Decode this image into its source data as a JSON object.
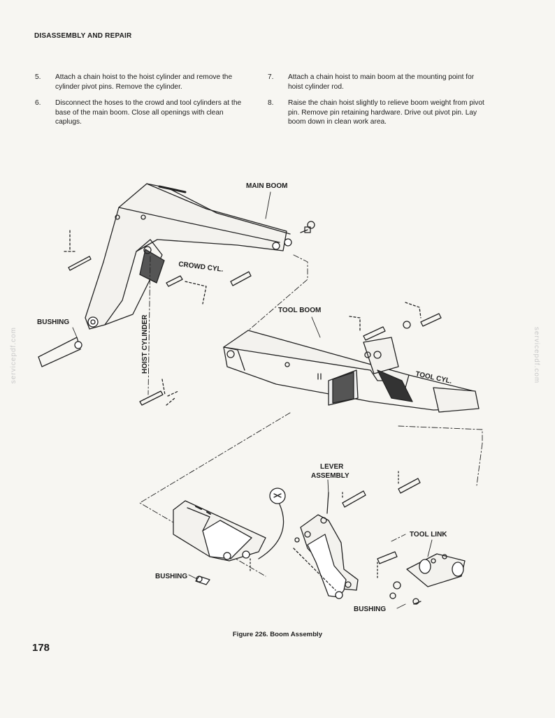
{
  "header": "DISASSEMBLY AND REPAIR",
  "steps_left": [
    {
      "num": "5.",
      "text": "Attach a chain hoist to the hoist cylinder and remove the cylinder pivot pins. Remove the cylinder."
    },
    {
      "num": "6.",
      "text": "Disconnect the hoses to the crowd and tool cylinders at the base of the main boom. Close all openings with clean caplugs."
    }
  ],
  "steps_right": [
    {
      "num": "7.",
      "text": "Attach a chain hoist to main boom at the mounting point for hoist cylinder rod."
    },
    {
      "num": "8.",
      "text": "Raise the chain hoist slightly to relieve boom weight from pivot pin. Remove pin retaining hardware. Drive out pivot pin. Lay boom down in clean work area."
    }
  ],
  "labels": {
    "main_boom": "MAIN BOOM",
    "crowd_cyl": "CROWD CYL.",
    "bushing_left": "BUSHING",
    "hoist_cylinder": "HOIST CYLINDER",
    "tool_boom": "TOOL BOOM",
    "tool_cyl": "TOOL CYL.",
    "lever_assembly_1": "LEVER",
    "lever_assembly_2": "ASSEMBLY",
    "tool_link": "TOOL LINK",
    "bushing_lower_left": "BUSHING",
    "bushing_lower_right": "BUSHING"
  },
  "watermark": "servicepdf.com",
  "caption": "Figure 226. Boom Assembly",
  "page_number": "178"
}
